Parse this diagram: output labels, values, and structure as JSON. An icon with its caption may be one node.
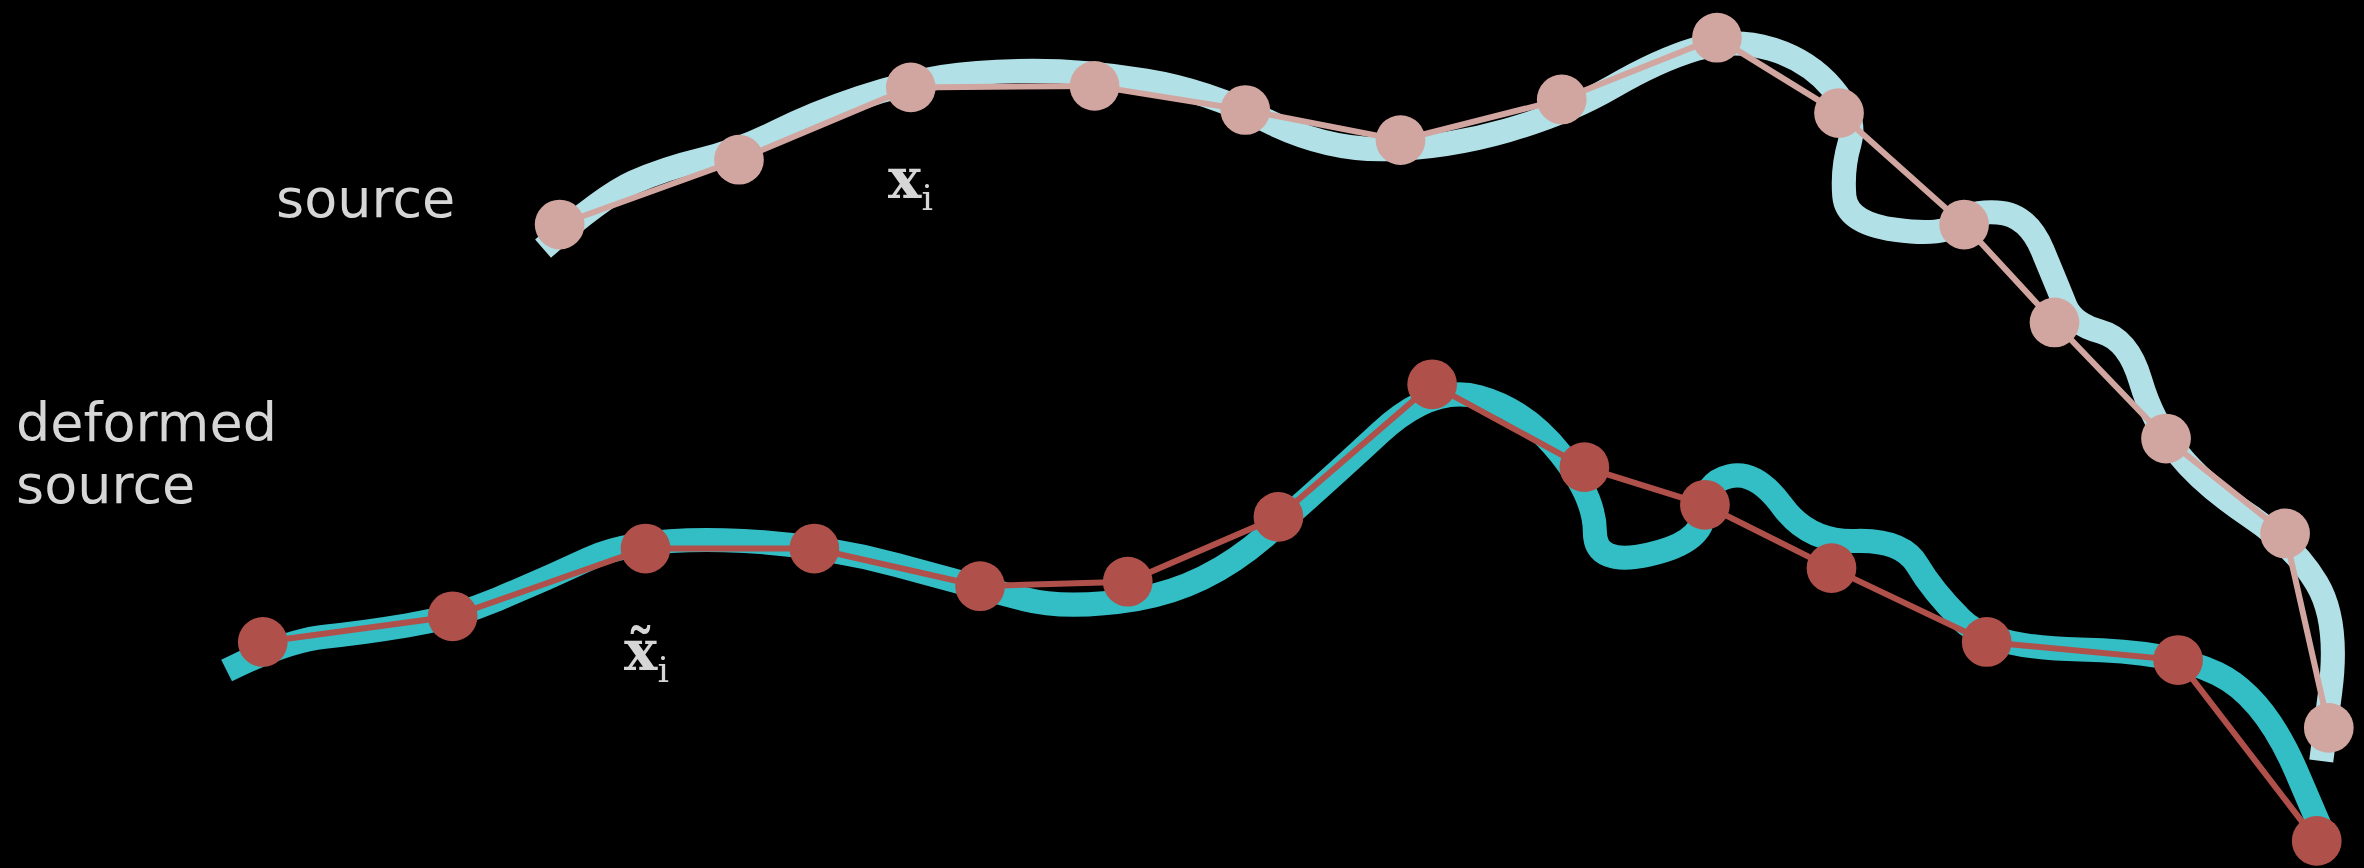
{
  "diagram": {
    "labels": [
      "source",
      "**x**$_{i}$",
      "deformed source",
      "**x̃**$_{i}$"
    ]
  }
}
